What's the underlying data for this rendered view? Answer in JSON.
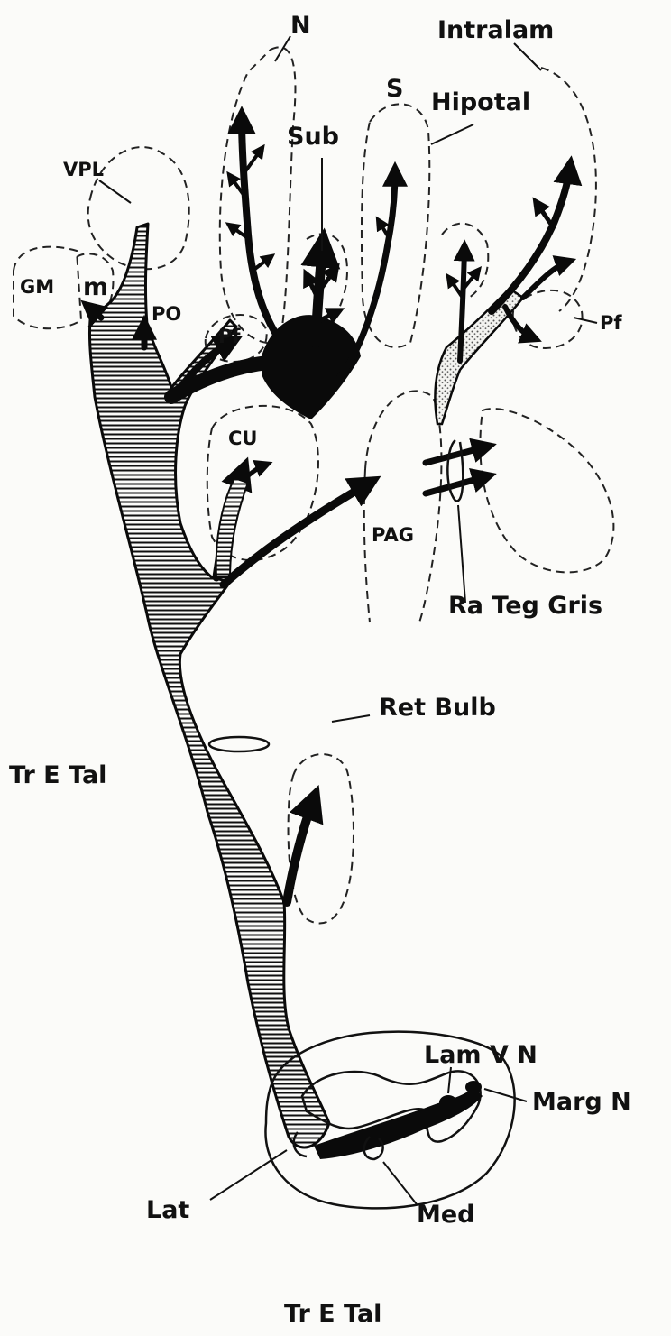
{
  "labels": {
    "n": "N",
    "intralam": "Intralam",
    "s": "S",
    "hipotal": "Hipotal",
    "sub": "Sub",
    "vpl": "VPL",
    "gm": "GM",
    "m": "m",
    "po": "PO",
    "pf_left": "Pf",
    "pf_right": "Pf",
    "cu": "CU",
    "pag": "PAG",
    "ra_teg_gris": "Ra  Teg  Gris",
    "ret_bulb": "Ret  Bulb",
    "tr_e_tal_side": "Tr  E  Tal",
    "lam_v_n": "Lam  V  N",
    "marg_n": "Marg  N",
    "lat": "Lat",
    "med": "Med",
    "tr_e_tal_bottom": "Tr  E  Tal"
  },
  "colors": {
    "background": "#fbfbf9",
    "ink": "#0a0a0a",
    "stipple": "#777777"
  }
}
